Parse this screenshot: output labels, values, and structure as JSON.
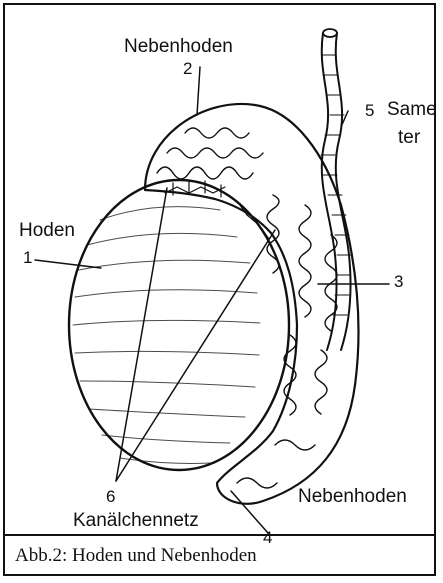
{
  "labels": {
    "epididymis_top": "Nebenhoden",
    "num_2": "2",
    "num_5": "5",
    "sperm_duct_line1": "Same",
    "sperm_duct_line2": "ter",
    "testis": "Hoden",
    "num_1": "1",
    "num_3": "3",
    "epididymis_bottom": "Nebenhoden",
    "num_6": "6",
    "num_4": "4",
    "tubule_network": "Kanälchennetz"
  },
  "caption": "Abb.2: Hoden und Nebenhoden"
}
